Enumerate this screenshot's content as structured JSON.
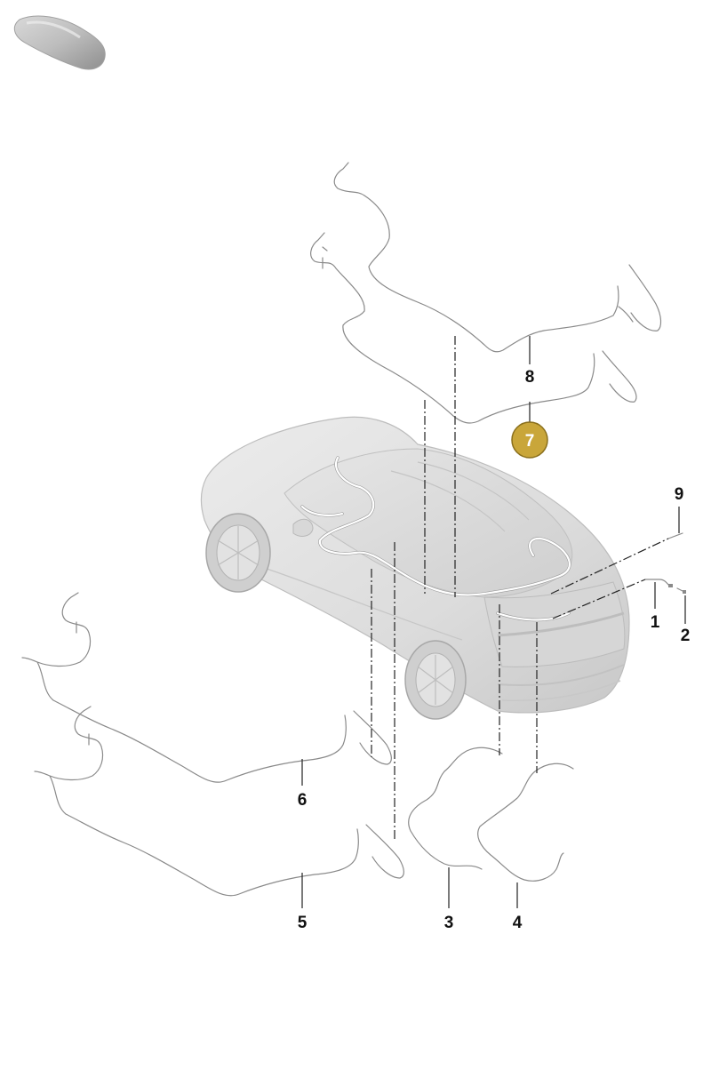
{
  "callouts": [
    {
      "id": "1",
      "label": "1",
      "highlighted": false
    },
    {
      "id": "2",
      "label": "2",
      "highlighted": false
    },
    {
      "id": "3",
      "label": "3",
      "highlighted": false
    },
    {
      "id": "4",
      "label": "4",
      "highlighted": false
    },
    {
      "id": "5",
      "label": "5",
      "highlighted": false
    },
    {
      "id": "6",
      "label": "6",
      "highlighted": false
    },
    {
      "id": "7",
      "label": "7",
      "highlighted": true
    },
    {
      "id": "8",
      "label": "8",
      "highlighted": false
    },
    {
      "id": "9",
      "label": "9",
      "highlighted": false
    }
  ],
  "colors": {
    "highlight_fill": "#c9a63a",
    "highlight_stroke": "#8a6f1c",
    "wire": "#8a8a8a",
    "car_body": "#dedede"
  },
  "icons": {
    "thumbnail": "car-thumbnail-icon"
  }
}
